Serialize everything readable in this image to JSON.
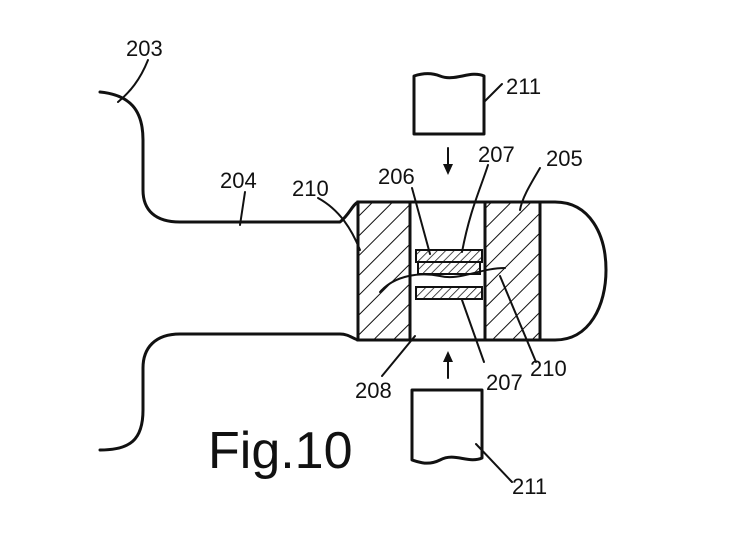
{
  "figure": {
    "title": "Fig.10",
    "labels": {
      "l203": "203",
      "l204": "204",
      "l210_left": "210",
      "l206": "206",
      "l207_top": "207",
      "l205": "205",
      "l211_top": "211",
      "l208": "208",
      "l207_bottom": "207",
      "l210_right": "210",
      "l211_bottom": "211"
    }
  }
}
